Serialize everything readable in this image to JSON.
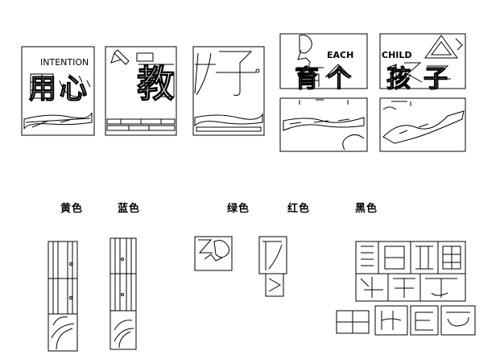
{
  "texts": {
    "intention": "INTENTION",
    "each": "EACH",
    "child": "CHILD",
    "panel_big_chars": [
      "用",
      "心",
      "教",
      "育",
      "每",
      "个",
      "孩",
      "子"
    ]
  },
  "color_labels": {
    "yellow": "黄色",
    "blue": "蓝色",
    "green": "绿色",
    "red": "红色",
    "black": "黑色"
  },
  "stroke_color": "#000000",
  "background_color": "#ffffff"
}
